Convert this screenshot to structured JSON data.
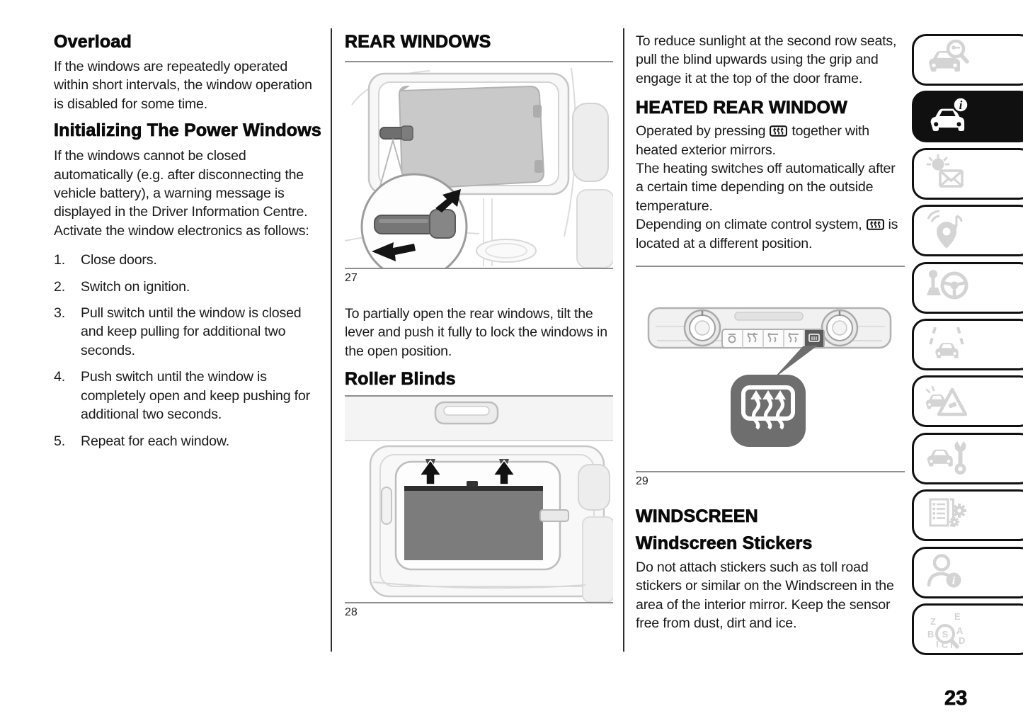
{
  "page": {
    "number": "23"
  },
  "columns": {
    "left": {
      "overload": {
        "heading": "Overload",
        "body": "If the windows are repeatedly operated within short intervals, the window operation is disabled for some time."
      },
      "init": {
        "heading": "Initializing The Power Windows",
        "body1": "If the windows cannot be closed automatically (e.g. after disconnecting the vehicle battery), a warning message is displayed in the Driver Information Centre.",
        "body2": "Activate the window electronics as follows:",
        "steps": [
          "Close doors.",
          "Switch on ignition.",
          "Pull switch until the window is closed and keep pulling for additional two seconds.",
          "Push switch until the window is completely open and keep pushing for additional two seconds.",
          "Repeat for each window."
        ]
      }
    },
    "middle": {
      "rear_windows": {
        "heading": "REAR WINDOWS",
        "figure_caption": "27",
        "body": "To partially open the rear windows, tilt the lever and push it fully to lock the windows in the open position."
      },
      "roller_blinds": {
        "heading": "Roller Blinds",
        "figure_caption": "28"
      }
    },
    "right": {
      "roller_blinds_continued": "To reduce sunlight at the second row seats, pull the blind upwards using the grip and engage it at the top of the door frame.",
      "heated_rear_window": {
        "heading": "HEATED REAR WINDOW",
        "p1_before_icon": "Operated by pressing",
        "p1_after_icon": "together with heated exterior mirrors.",
        "p2": "The heating switches off automatically after a certain time depending on the outside temperature.",
        "p3_before_icon": "Depending on climate control system,",
        "p3_after_icon": "is located at a different position.",
        "figure_caption": "29"
      },
      "windscreen": {
        "heading": "WINDSCREEN",
        "subheading": "Windscreen Stickers",
        "body": "Do not attach stickers such as toll road stickers or similar on the Windscreen in the area of the interior mirror. Keep the sensor free from dust, dirt and ice."
      }
    }
  },
  "sidebar": {
    "items": [
      {
        "icon": "car-magnifier-icon",
        "active": false
      },
      {
        "icon": "car-info-icon",
        "active": true
      },
      {
        "icon": "beacon-envelope-icon",
        "active": false
      },
      {
        "icon": "location-pin-music-icon",
        "active": false
      },
      {
        "icon": "gear-shifter-steering-icon",
        "active": false
      },
      {
        "icon": "car-lane-markings-icon",
        "active": false
      },
      {
        "icon": "car-warning-triangle-icon",
        "active": false
      },
      {
        "icon": "car-wrench-icon",
        "active": false
      },
      {
        "icon": "checklist-gears-icon",
        "active": false
      },
      {
        "icon": "person-info-icon",
        "active": false
      },
      {
        "icon": "alphabet-search-icon",
        "active": false
      }
    ]
  },
  "colors": {
    "accent_black": "#101010",
    "inactive_icon_gray": "#d4d4d4",
    "figure_rule_gray": "#8e8e8e"
  }
}
